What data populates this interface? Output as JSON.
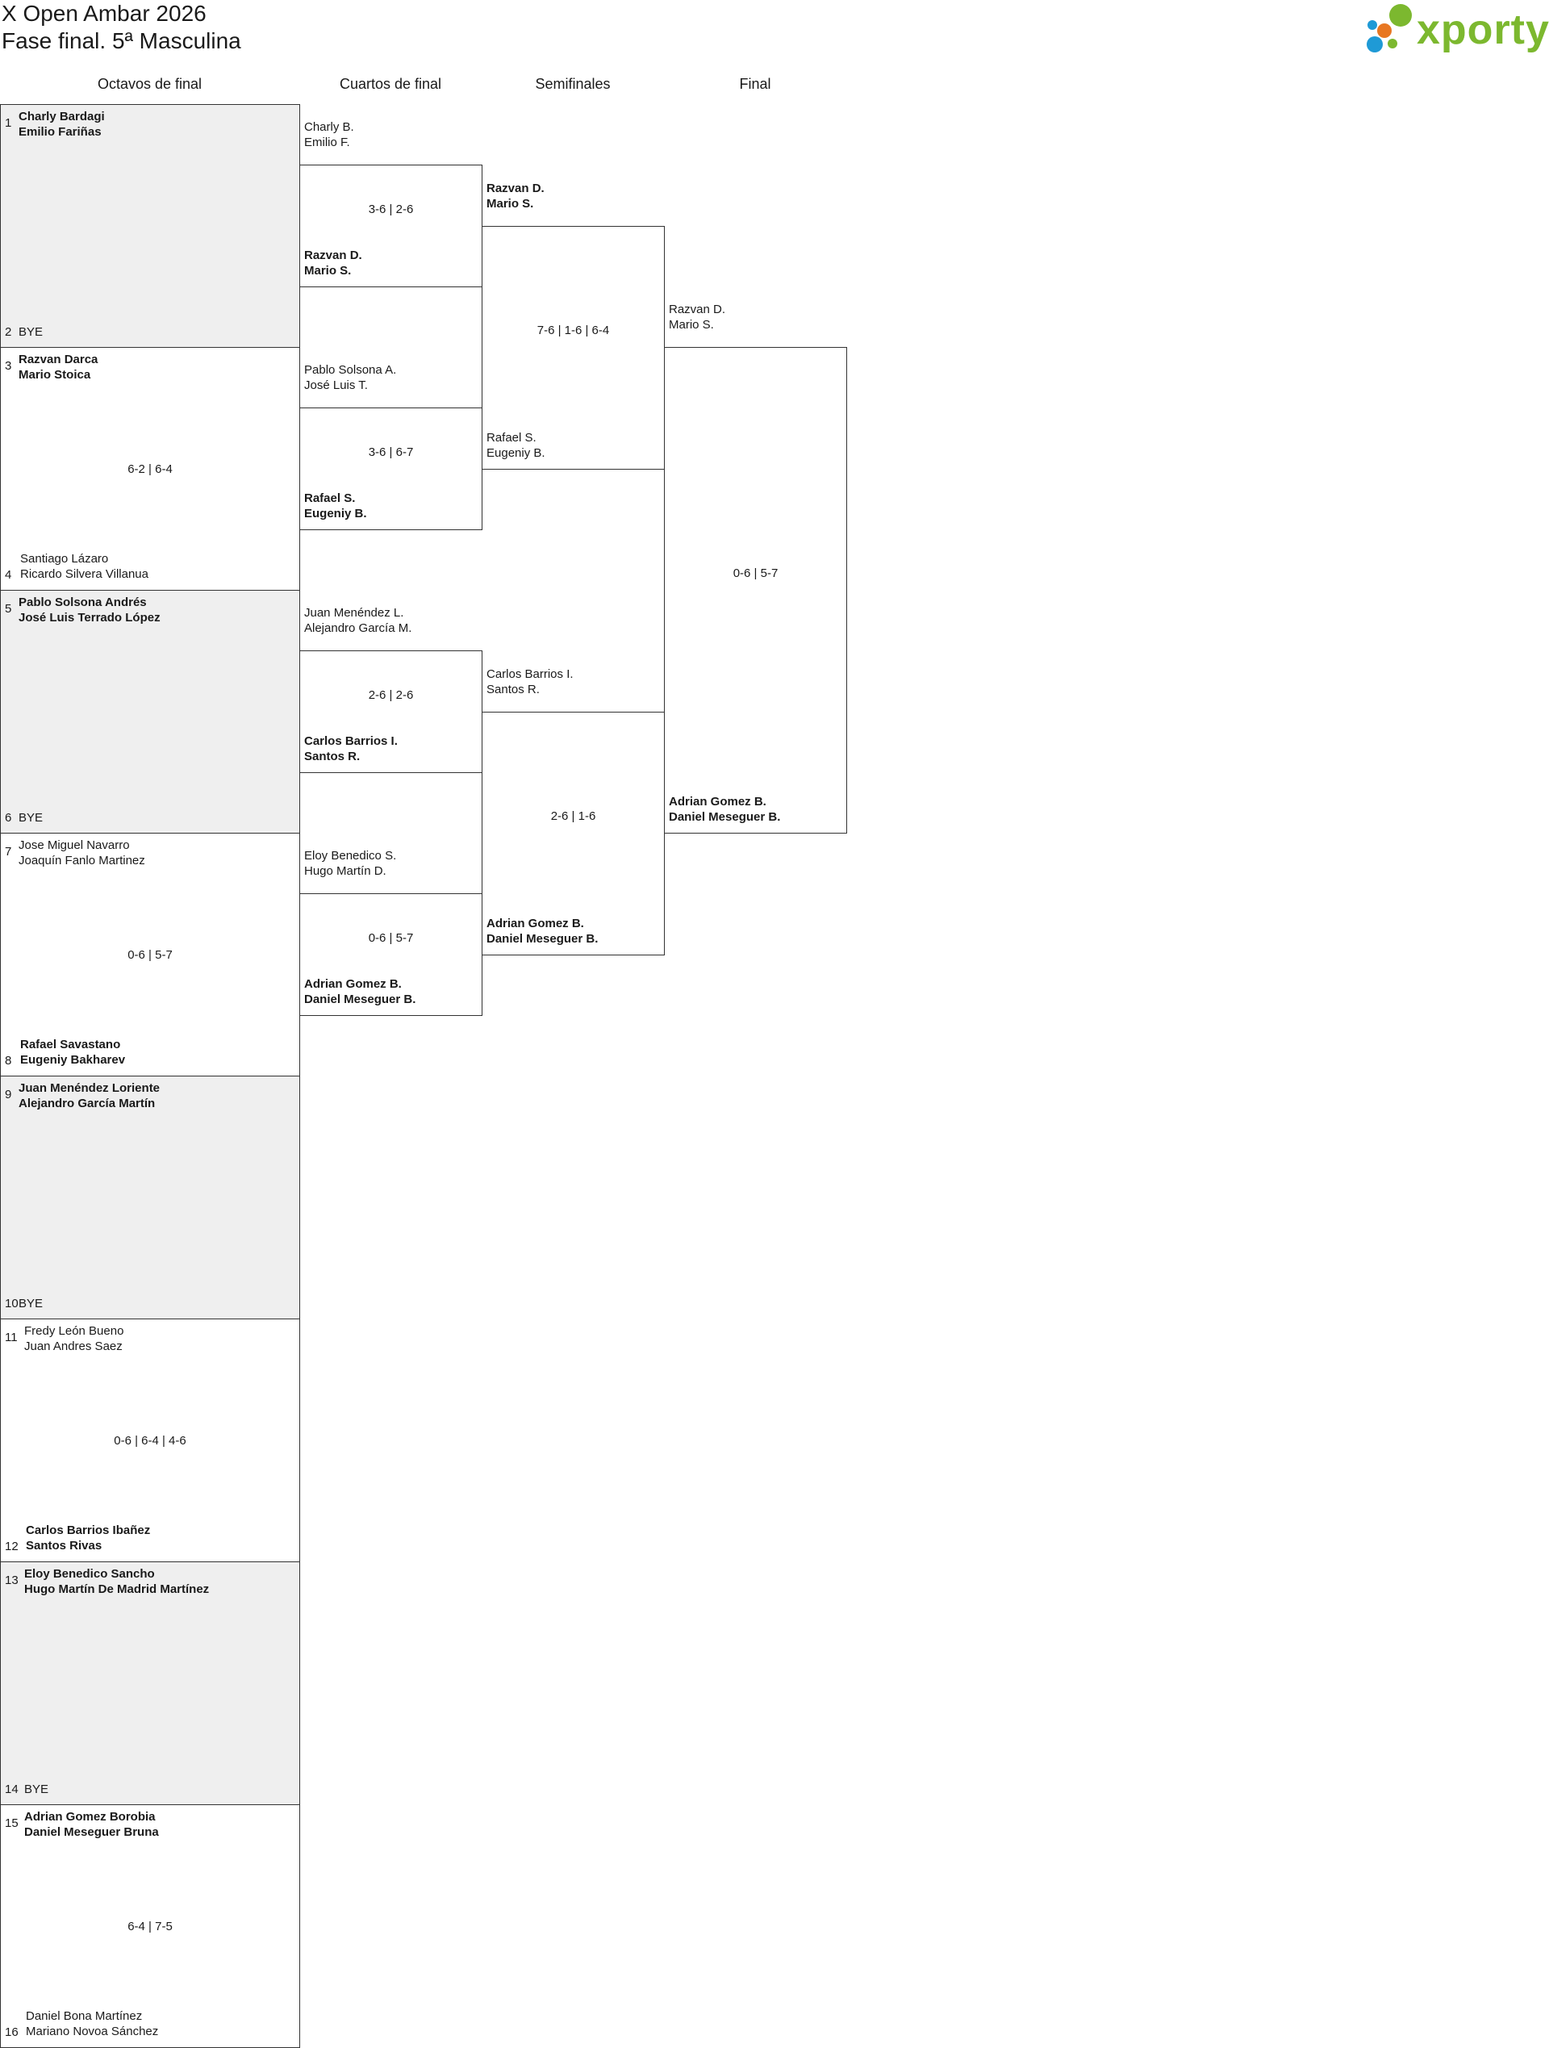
{
  "title_line1": "X Open Ambar 2026",
  "title_line2": "Fase final. 5ª Masculina",
  "logo_text": "xporty",
  "logo_colors": [
    "#7cb82f",
    "#e87722",
    "#1f9ad6"
  ],
  "round_headers": [
    "Octavos de final",
    "Cuartos de final",
    "Semifinales",
    "Final"
  ],
  "octavos": [
    {
      "num1": "1",
      "team1": [
        "Charly Bardagi",
        "Emilio Fariñas"
      ],
      "num2": "2",
      "team2": [
        "BYE",
        ""
      ],
      "winner": 1,
      "bye": true,
      "score": ""
    },
    {
      "num1": "3",
      "team1": [
        "Razvan Darca",
        "Mario Stoica"
      ],
      "num2": "4",
      "team2": [
        "Santiago Lázaro",
        "Ricardo Silvera Villanua"
      ],
      "winner": 1,
      "bye": false,
      "score": "6-2 | 6-4"
    },
    {
      "num1": "5",
      "team1": [
        "Pablo Solsona Andrés",
        "José Luis Terrado López"
      ],
      "num2": "6",
      "team2": [
        "BYE",
        ""
      ],
      "winner": 1,
      "bye": true,
      "score": ""
    },
    {
      "num1": "7",
      "team1": [
        "Jose Miguel Navarro",
        "Joaquín Fanlo Martinez"
      ],
      "num2": "8",
      "team2": [
        "Rafael Savastano",
        "Eugeniy Bakharev"
      ],
      "winner": 2,
      "bye": false,
      "score": "0-6 | 5-7"
    },
    {
      "num1": "9",
      "team1": [
        "Juan Menéndez Loriente",
        "Alejandro García Martín"
      ],
      "num2": "10",
      "team2": [
        "BYE",
        ""
      ],
      "winner": 1,
      "bye": true,
      "score": ""
    },
    {
      "num1": "11",
      "team1": [
        "Fredy León Bueno",
        "Juan Andres Saez"
      ],
      "num2": "12",
      "team2": [
        "Carlos Barrios Ibañez",
        "Santos Rivas"
      ],
      "winner": 2,
      "bye": false,
      "score": "0-6 | 6-4 | 4-6"
    },
    {
      "num1": "13",
      "team1": [
        "Eloy Benedico Sancho",
        "Hugo Martín De Madrid Martínez"
      ],
      "num2": "14",
      "team2": [
        "BYE",
        ""
      ],
      "winner": 1,
      "bye": true,
      "score": ""
    },
    {
      "num1": "15",
      "team1": [
        "Adrian Gomez Borobia",
        "Daniel Meseguer Bruna"
      ],
      "num2": "16",
      "team2": [
        "Daniel Bona Martínez",
        "Mariano Novoa Sánchez"
      ],
      "winner": 1,
      "bye": false,
      "score": "6-4 | 7-5"
    }
  ],
  "cuartos": [
    {
      "team1": [
        "Charly B.",
        "Emilio F."
      ],
      "team2": [
        "Razvan D.",
        "Mario S."
      ],
      "winner": 2,
      "score": "3-6 | 2-6"
    },
    {
      "team1": [
        "Pablo Solsona A.",
        "José Luis T."
      ],
      "team2": [
        "Rafael S.",
        "Eugeniy B."
      ],
      "winner": 2,
      "score": "3-6 | 6-7"
    },
    {
      "team1": [
        "Juan Menéndez L.",
        "Alejandro García M."
      ],
      "team2": [
        "Carlos Barrios I.",
        "Santos R."
      ],
      "winner": 2,
      "score": "2-6 | 2-6"
    },
    {
      "team1": [
        "Eloy Benedico S.",
        "Hugo Martín D."
      ],
      "team2": [
        "Adrian Gomez B.",
        "Daniel Meseguer B."
      ],
      "winner": 2,
      "score": "0-6 | 5-7"
    }
  ],
  "semis": [
    {
      "team1": [
        "Razvan D.",
        "Mario S."
      ],
      "team2": [
        "Rafael S.",
        "Eugeniy B."
      ],
      "winner": 1,
      "score": "7-6 | 1-6 | 6-4"
    },
    {
      "team1": [
        "Carlos Barrios I.",
        "Santos R."
      ],
      "team2": [
        "Adrian Gomez B.",
        "Daniel Meseguer B."
      ],
      "winner": 2,
      "score": "2-6 | 1-6"
    }
  ],
  "final": [
    {
      "team1": [
        "Razvan D.",
        "Mario S."
      ],
      "team2": [
        "Adrian Gomez B.",
        "Daniel Meseguer B."
      ],
      "winner": 2,
      "score": "0-6 | 5-7"
    }
  ]
}
